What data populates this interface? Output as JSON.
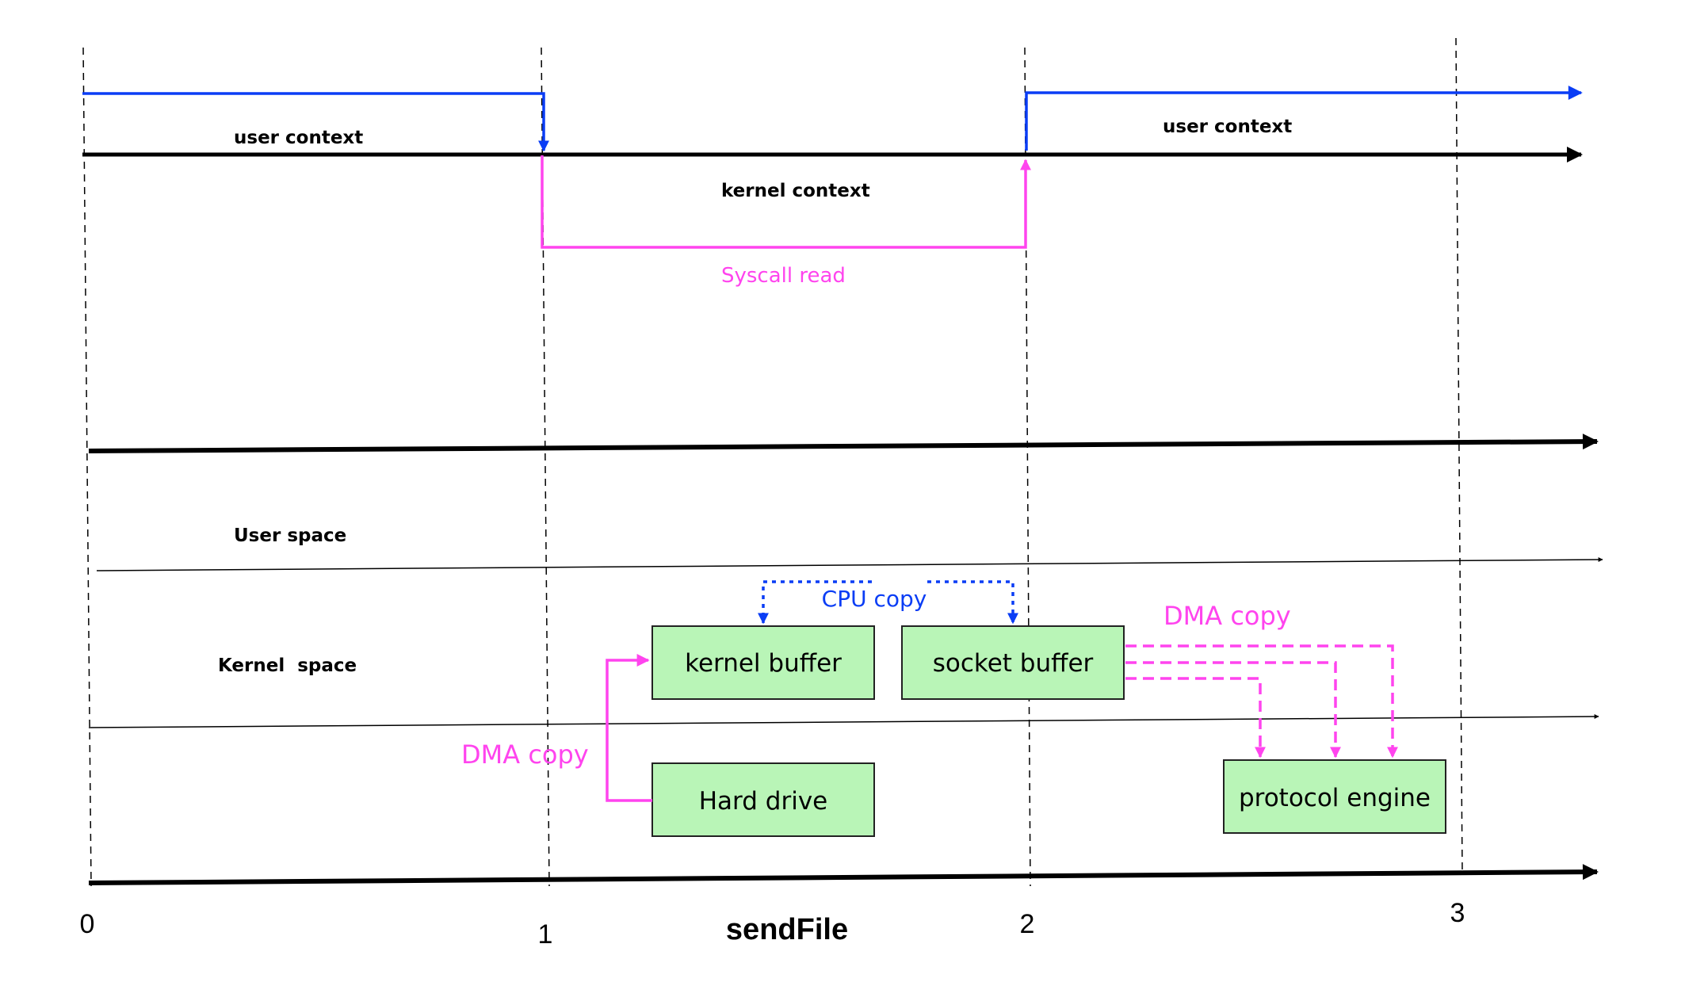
{
  "title": "sendFile",
  "ticks": [
    "0",
    "1",
    "2",
    "3"
  ],
  "context_labels": {
    "user_left": "user context",
    "user_right": "user context",
    "kernel": "kernel context",
    "syscall": "Syscall read"
  },
  "space_labels": {
    "user": "User space",
    "kernel": "Kernel  space"
  },
  "boxes": {
    "kernel_buffer": "kernel buffer",
    "socket_buffer": "socket buffer",
    "hard_drive": "Hard drive",
    "protocol_engine": "protocol engine"
  },
  "copies": {
    "cpu": "CPU copy",
    "dma_top": "DMA copy",
    "dma_left": "DMA copy"
  },
  "colors": {
    "user_flow": "#0a3df5",
    "kernel_flow": "#ff44ee",
    "box_fill": "#b9f5b7",
    "axis": "#000000"
  }
}
